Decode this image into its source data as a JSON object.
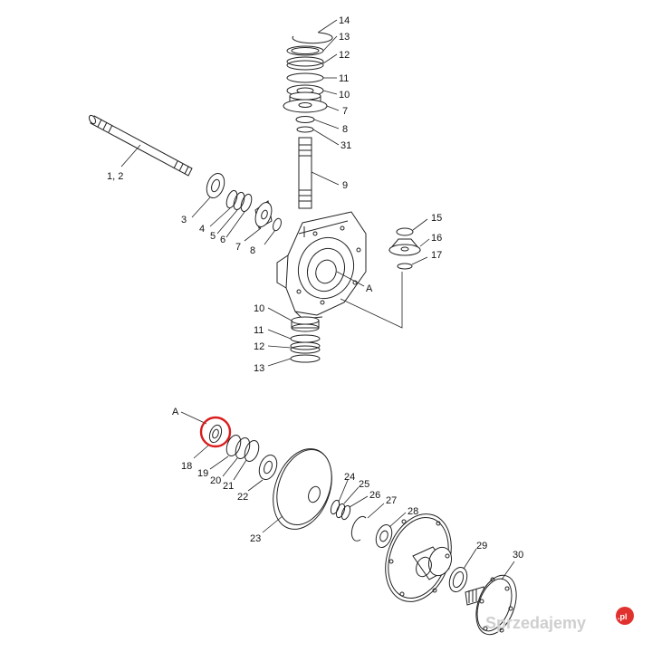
{
  "callouts": {
    "c14": "14",
    "c13a": "13",
    "c12a": "12",
    "c11a": "11",
    "c10a": "10",
    "c7a": "7",
    "c8a": "8",
    "c31": "31",
    "c9": "9",
    "c12shaft": "1, 2",
    "c3": "3",
    "c4": "4",
    "c5": "5",
    "c6": "6",
    "c7b": "7",
    "c8b": "8",
    "c15": "15",
    "c16": "16",
    "c17": "17",
    "cAtop": "A",
    "c10b": "10",
    "c11b": "11",
    "c12b": "12",
    "c13b": "13",
    "cAbottom": "A",
    "c18": "18",
    "c19": "19",
    "c20": "20",
    "c21": "21",
    "c22": "22",
    "c23": "23",
    "c24": "24",
    "c25": "25",
    "c26": "26",
    "c27": "27",
    "c28": "28",
    "c29": "29",
    "c30": "30"
  },
  "watermark": {
    "text": "Sprzedajemy",
    "badge": ".pl"
  },
  "colors": {
    "ink": "#222222",
    "highlight": "#d91c1c",
    "watermark": "#cfcfcf",
    "badge": "#e0312f"
  }
}
